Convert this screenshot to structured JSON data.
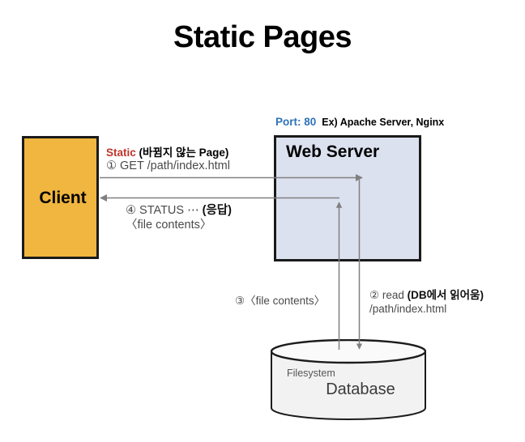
{
  "title": "Static Pages",
  "colors": {
    "client_fill": "#F0B63F",
    "server_fill": "#DCE1EF",
    "db_fill": "#F2F2F2",
    "port_blue": "#2E72B8",
    "static_red": "#C0342B",
    "arrow_gray": "#808080",
    "border_black": "#1a1a1a"
  },
  "client": {
    "label": "Client"
  },
  "web_server": {
    "label": "Web Server",
    "caption_port": "Port: 80",
    "caption_example": "Ex) Apache Server, Nginx"
  },
  "database": {
    "sub_label": "Filesystem",
    "label": "Database"
  },
  "flows": [
    {
      "id": "request",
      "step": "①",
      "headline_accent": "Static",
      "headline_rest": " (바뀜지 않는 Page)",
      "detail": "① GET /path/index.html",
      "direction": "client-to-server"
    },
    {
      "id": "db-read",
      "step": "②",
      "line1_plain": "② read ",
      "line1_bold": "(DB에서 읽어움)",
      "line2": "/path/index.html",
      "direction": "server-to-db"
    },
    {
      "id": "db-return",
      "step": "③",
      "text": "③〈file contents〉",
      "direction": "db-to-server"
    },
    {
      "id": "response",
      "step": "④",
      "line1_plain": "④ STATUS ⋯ ",
      "line1_bold": "(응답)",
      "line2": "〈file contents〉",
      "direction": "server-to-client"
    }
  ]
}
